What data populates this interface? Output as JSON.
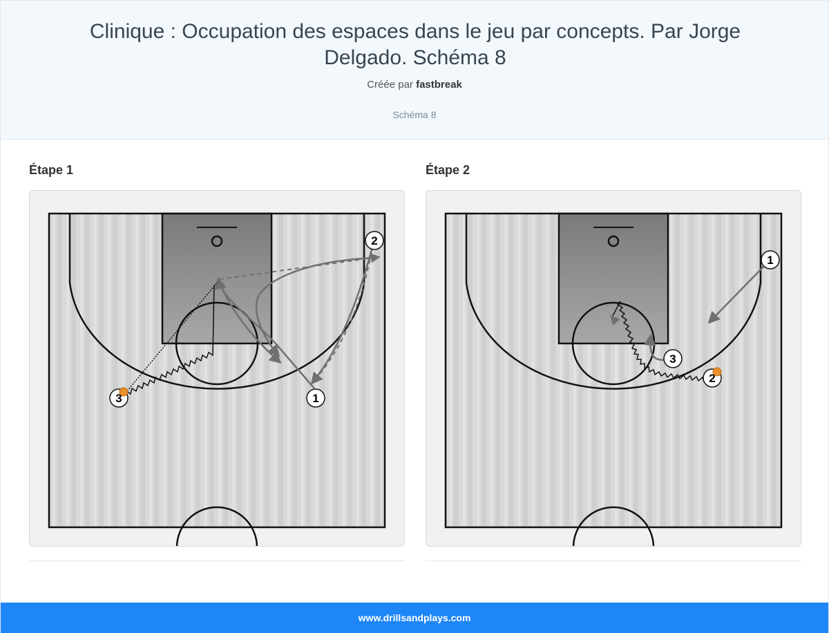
{
  "header": {
    "title": "Clinique : Occupation des espaces dans le jeu par concepts. Par Jorge Delgado. Schéma 8",
    "created_prefix": "Créée par",
    "author": "fastbreak",
    "subtitle": "Schéma 8"
  },
  "steps": [
    {
      "title": "Étape 1",
      "players": [
        {
          "label": "1",
          "has_ball": false
        },
        {
          "label": "2",
          "has_ball": false
        },
        {
          "label": "3",
          "has_ball": true
        }
      ]
    },
    {
      "title": "Étape 2",
      "players": [
        {
          "label": "1",
          "has_ball": false
        },
        {
          "label": "2",
          "has_ball": true
        },
        {
          "label": "3",
          "has_ball": false
        }
      ]
    }
  ],
  "colors": {
    "header_bg": "#f3f8fd",
    "footer_bg": "#1f86f7",
    "ball": "#e8902a",
    "arrow": "#707070"
  },
  "footer": {
    "text": "www.drillsandplays.com"
  }
}
